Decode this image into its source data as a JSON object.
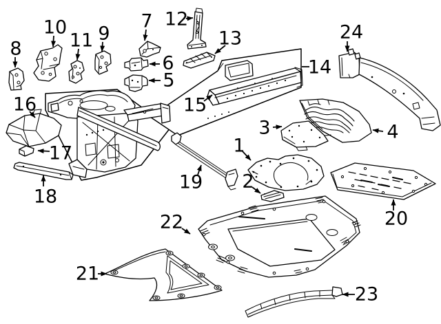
{
  "diagram": {
    "background_color": "#ffffff",
    "line_color": "#000000"
  },
  "callouts": [
    {
      "number": "1"
    },
    {
      "number": "2"
    },
    {
      "number": "3"
    },
    {
      "number": "4"
    },
    {
      "number": "5"
    },
    {
      "number": "6"
    },
    {
      "number": "7"
    },
    {
      "number": "8"
    },
    {
      "number": "9"
    },
    {
      "number": "10"
    },
    {
      "number": "11"
    },
    {
      "number": "12"
    },
    {
      "number": "13"
    },
    {
      "number": "14"
    },
    {
      "number": "15"
    },
    {
      "number": "16"
    },
    {
      "number": "17"
    },
    {
      "number": "18"
    },
    {
      "number": "19"
    },
    {
      "number": "20"
    },
    {
      "number": "21"
    },
    {
      "number": "22"
    },
    {
      "number": "23"
    },
    {
      "number": "24"
    }
  ]
}
